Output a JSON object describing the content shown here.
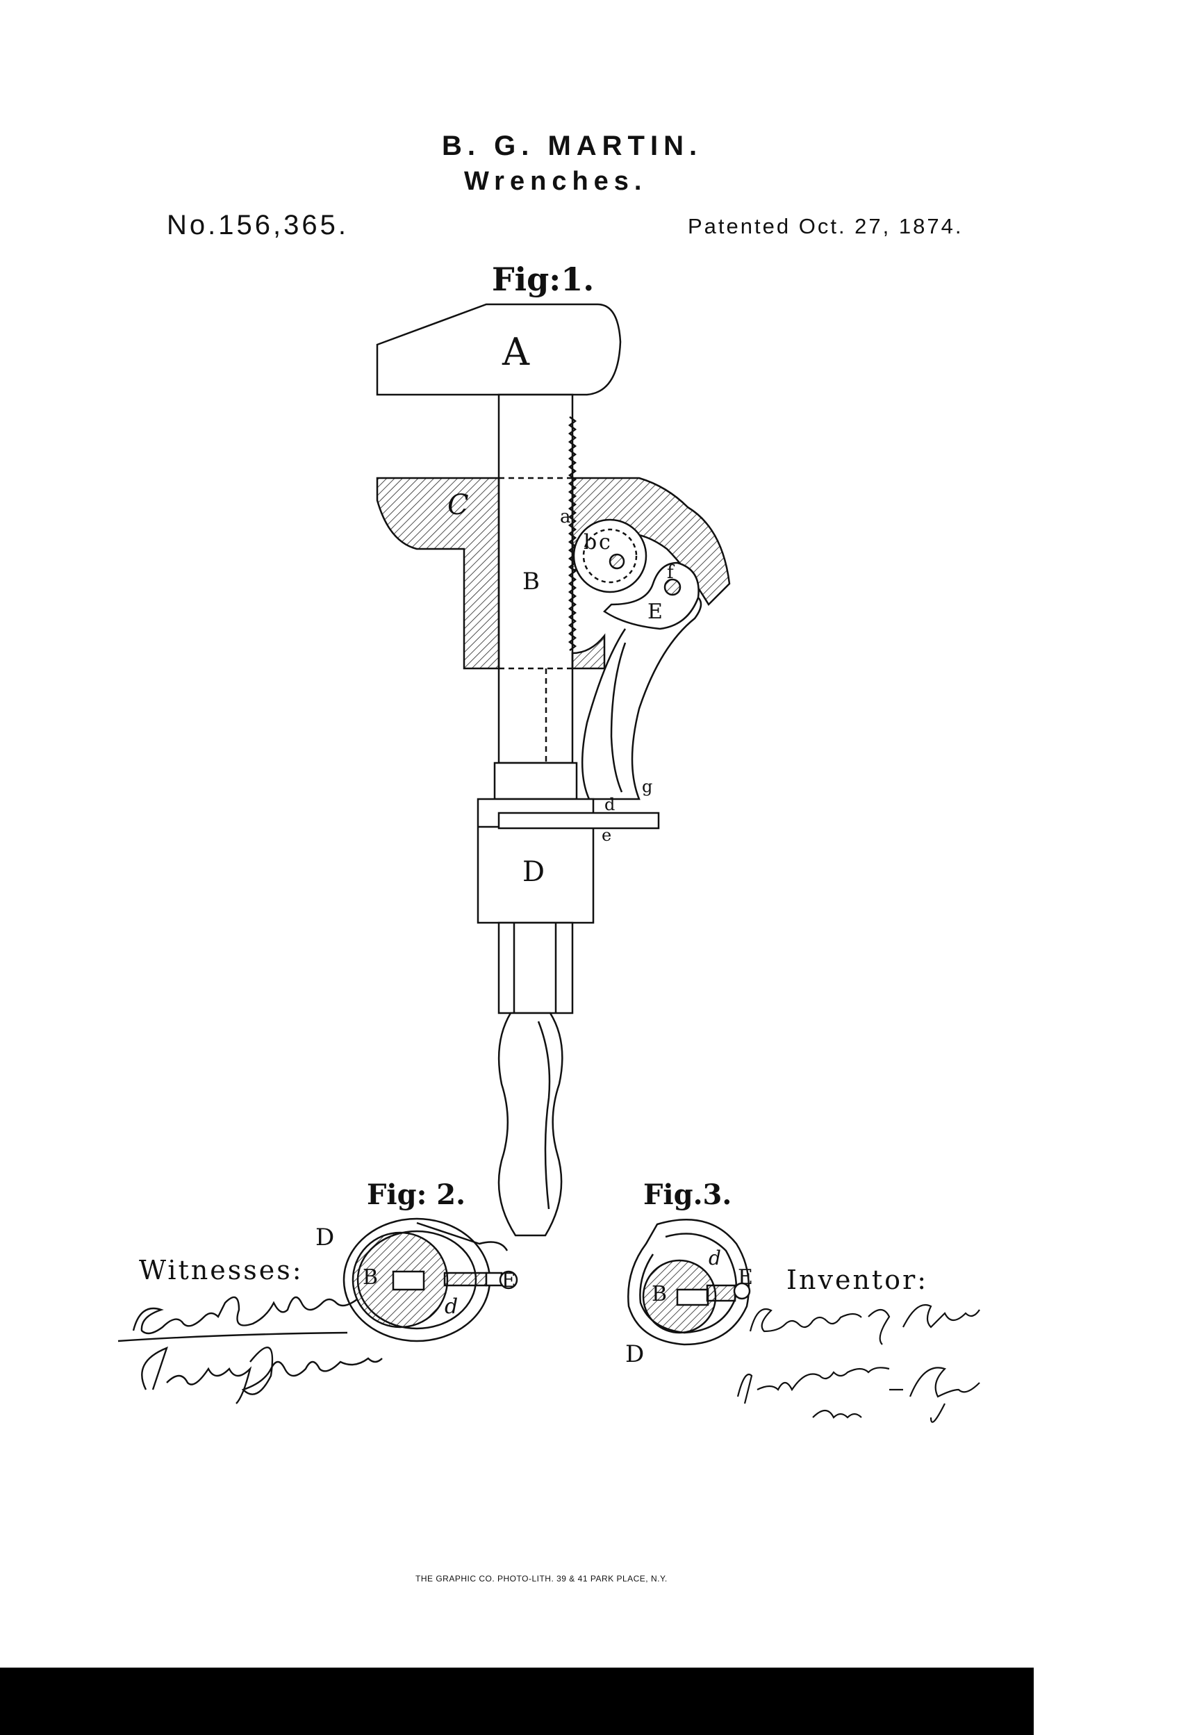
{
  "header": {
    "inventor_name": "B. G. MARTIN.",
    "title": "Wrenches.",
    "patent_number": "No.156,365.",
    "patent_date": "Patented Oct. 27, 1874."
  },
  "figures": {
    "fig1_label": "Fig:1.",
    "fig2_label": "Fig: 2.",
    "fig3_label": "Fig.3."
  },
  "part_labels": {
    "A": "A",
    "B": "B",
    "C": "C",
    "D": "D",
    "E": "E",
    "a": "a",
    "b": "b",
    "c": "c",
    "d": "d",
    "e": "e",
    "f": "f",
    "g": "g"
  },
  "witnesses": {
    "label": "Witnesses:",
    "signatures": [
      "Ernst Billich",
      "Henry Gentner"
    ]
  },
  "inventor": {
    "label": "Inventor:",
    "signature": "Benjamin G. Martin",
    "attorneys_signature": "Van Santvoord & Hauff",
    "attorneys_suffix": "attys"
  },
  "printer_credit": "THE GRAPHIC CO. PHOTO-LITH. 39 & 41 PARK PLACE, N.Y."
}
